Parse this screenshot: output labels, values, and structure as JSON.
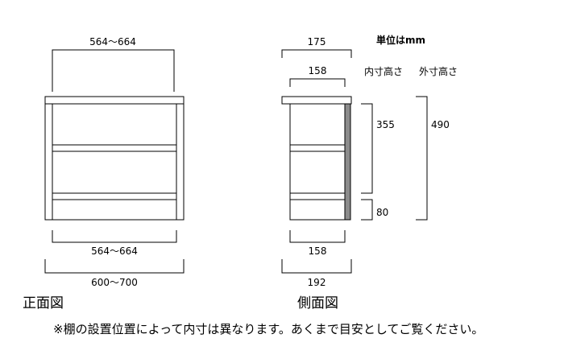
{
  "unit_label": "単位はmm",
  "col_inner_height": "内寸高さ",
  "col_outer_height": "外寸高さ",
  "front": {
    "title": "正面図",
    "top_width": "564～664",
    "inner_width": "564～664",
    "outer_width": "600～700"
  },
  "side": {
    "title": "側面図",
    "top_depth": "175",
    "shelf_depth": "158",
    "inner_depth": "158",
    "outer_depth": "192",
    "inner_height": "355",
    "base_height": "80",
    "outer_height": "490"
  },
  "colors": {
    "back_panel": "#8c8c8c",
    "line": "#000000"
  },
  "note": "※棚の設置位置によって内寸は異なります。あくまで目安としてご覧ください。"
}
